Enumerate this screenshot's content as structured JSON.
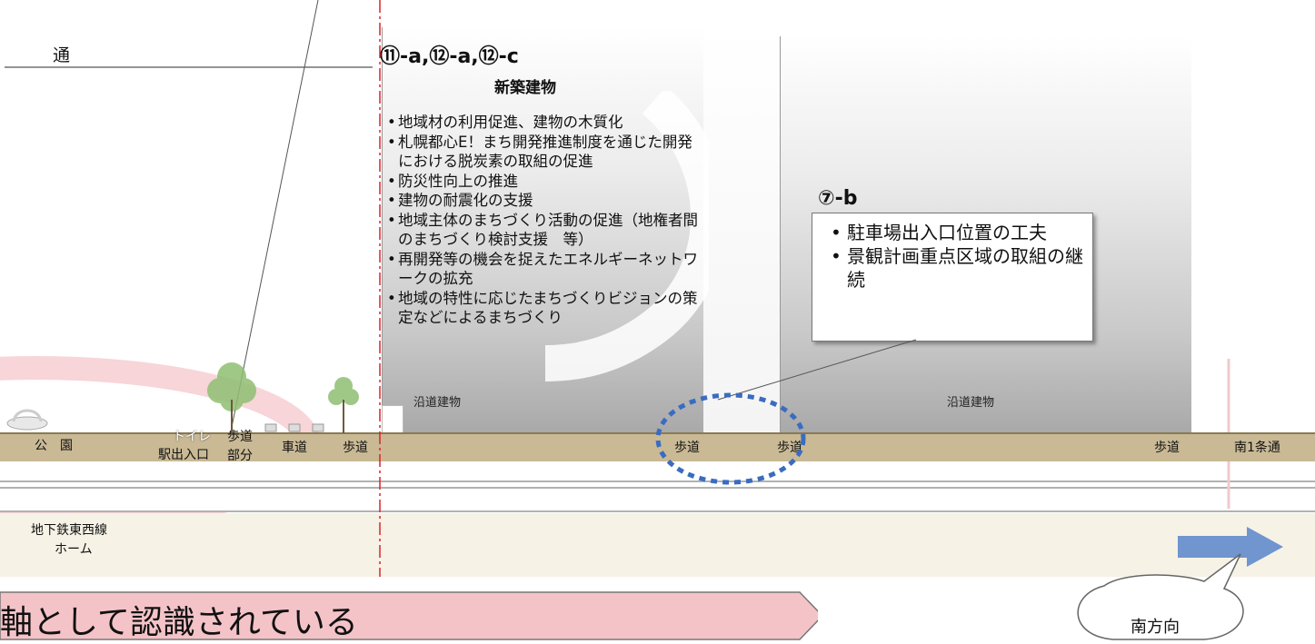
{
  "street": {
    "left_label": "通"
  },
  "section": {
    "code_label": "⑪-a,⑫-a,⑫-c",
    "title": "新築建物",
    "bullets": [
      "地域材の利用促進、建物の木質化",
      "札幌都心E！まち開発推進制度を通じた開発における脱炭素の取組の促進",
      "防災性向上の推進",
      "建物の耐震化の支援",
      "地域主体のまちづくり活動の促進（地権者間のまちづくり検討支援　等）",
      "再開発等の機会を捉えたエネルギーネットワークの拡充",
      "地域の特性に応じたまちづくりビジョンの策定などによるまちづくり"
    ]
  },
  "callout": {
    "code_label": "⑦-b",
    "bullets": [
      "駐車場出入口位置の工夫",
      "景観計画重点区域の取組の継続"
    ]
  },
  "buildings": {
    "left_label": "沿道建物",
    "right_label": "沿道建物"
  },
  "ground_labels": {
    "park": "公　園",
    "toilet": "トイレ",
    "station_entrance": "駅出入口",
    "sidewalk_part_1": "歩道",
    "sidewalk_part_2": "部分",
    "roadway": "車道",
    "sidewalk_a": "歩道",
    "sidewalk_b": "歩道",
    "sidewalk_c": "歩道",
    "sidewalk_d": "歩道",
    "south_street": "南1条通"
  },
  "subway": {
    "line": "地下鉄東西線",
    "platform": "ホーム"
  },
  "banner": {
    "text": "軸として認識されている"
  },
  "direction": {
    "label": "南方向"
  },
  "colors": {
    "ground": "#c9b995",
    "dashed_line": "#d9242a",
    "callout_ellipse": "#3a6cc0",
    "arrow": "#7095cf",
    "banner_fill": "#f4c3c8"
  }
}
